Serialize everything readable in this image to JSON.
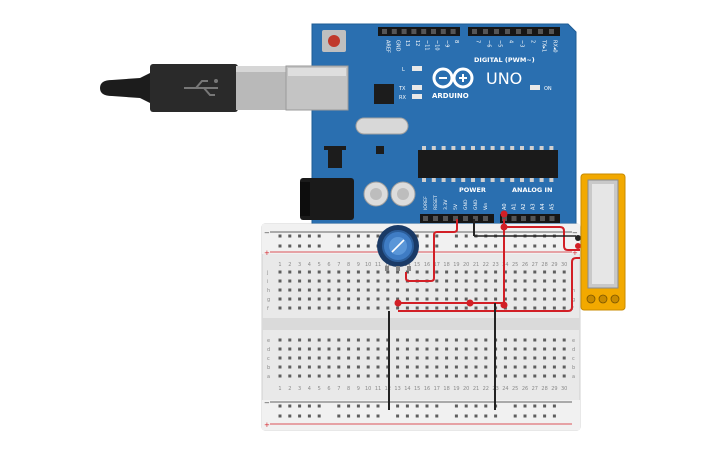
{
  "board": {
    "brand": "ARDUINO",
    "model": "UNO",
    "digital_header": "DIGITAL (PWM~)",
    "power_header": "POWER",
    "analog_header": "ANALOG IN",
    "led_l": "L",
    "led_tx": "TX",
    "led_rx": "RX",
    "led_on": "ON",
    "digital_pins": [
      "AREF",
      "GND",
      "13",
      "12",
      "~11",
      "~10",
      "~9",
      "8",
      "7",
      "~6",
      "~5",
      "4",
      "~3",
      "2",
      "TX▸1",
      "RX◂0"
    ],
    "power_pins": [
      "IOREF",
      "RESET",
      "3.3V",
      "5V",
      "GND",
      "GND",
      "Vin"
    ],
    "analog_pins": [
      "A0",
      "A1",
      "A2",
      "A3",
      "A4",
      "A5"
    ]
  },
  "breadboard": {
    "row_letters_top": [
      "j",
      "i",
      "h",
      "g",
      "f"
    ],
    "row_letters_bottom": [
      "e",
      "d",
      "c",
      "b",
      "a"
    ],
    "rail_minus": "−",
    "rail_plus": "+"
  },
  "colors": {
    "arduino_blue": "#2a6fb0",
    "wire_red": "#d21f26",
    "wire_black": "#222222",
    "slider_frame": "#f2a900"
  }
}
